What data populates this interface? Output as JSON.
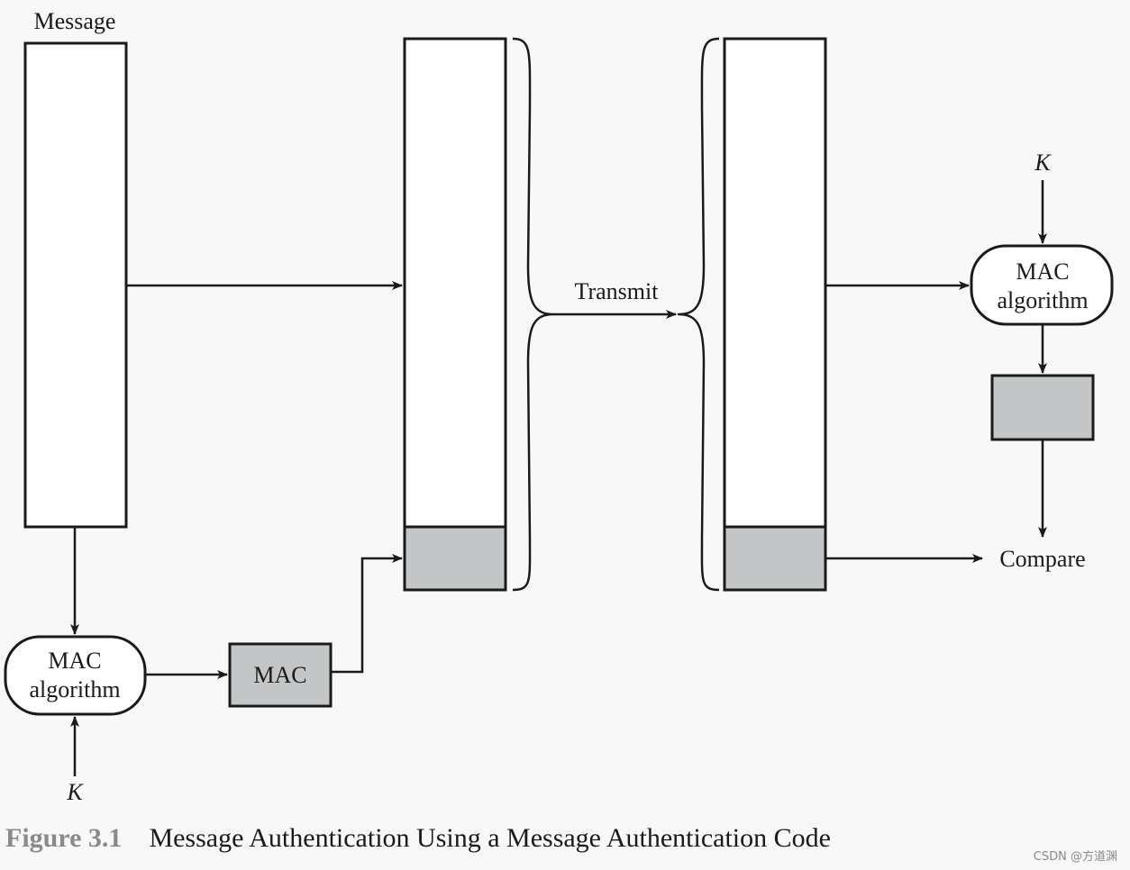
{
  "diagram": {
    "message_label": "Message",
    "transmit_label": "Transmit",
    "compare_label": "Compare",
    "key_label": "K",
    "sender_mac_algorithm": {
      "line1": "MAC",
      "line2": "algorithm"
    },
    "receiver_mac_algorithm": {
      "line1": "MAC",
      "line2": "algorithm"
    },
    "mac_box_label": "MAC"
  },
  "caption": {
    "figure_number": "Figure 3.1",
    "title": "Message Authentication Using a Message Authentication Code"
  },
  "watermark": "CSDN @方道渊",
  "colors": {
    "mac_fill": "#c4c5c7",
    "line": "#1a1a1a",
    "background": "#f8f8f8"
  }
}
